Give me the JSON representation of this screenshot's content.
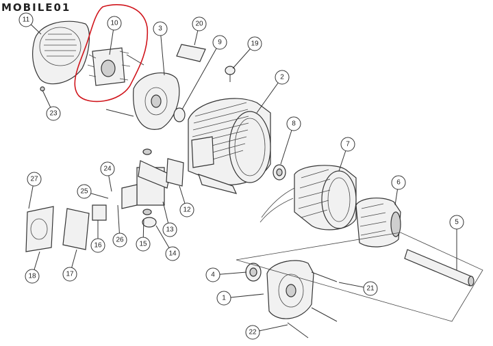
{
  "logo": {
    "text": "MOBILE01"
  },
  "callouts": [
    "11",
    "10",
    "3",
    "20",
    "9",
    "19",
    "2",
    "23",
    "8",
    "7",
    "24",
    "27",
    "25",
    "6",
    "12",
    "16",
    "26",
    "15",
    "13",
    "14",
    "5",
    "18",
    "17",
    "4",
    "21",
    "1",
    "22"
  ],
  "accent_color": "#d0141b"
}
